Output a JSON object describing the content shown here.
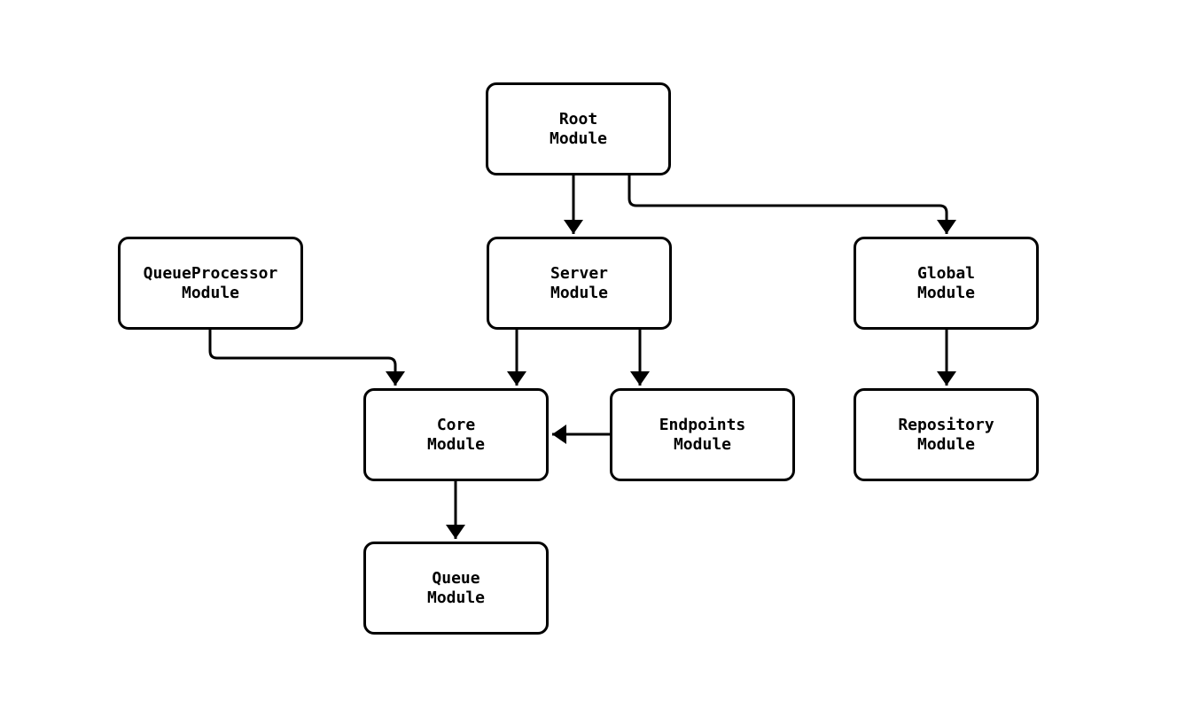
{
  "page": {
    "background_color": "#ffffff"
  },
  "diagram": {
    "type": "flowchart",
    "direction": "top-down",
    "colors": {
      "node_fill": "#ffffff",
      "node_border": "#000000",
      "edge_stroke": "#000000",
      "text": "#000000"
    },
    "nodes": {
      "root": {
        "label": "Root\nModule"
      },
      "queueprocessor": {
        "label": "QueueProcessor\nModule"
      },
      "server": {
        "label": "Server\nModule"
      },
      "global": {
        "label": "Global\nModule"
      },
      "core": {
        "label": "Core\nModule"
      },
      "endpoints": {
        "label": "Endpoints\nModule"
      },
      "repository": {
        "label": "Repository\nModule"
      },
      "queue": {
        "label": "Queue\nModule"
      }
    },
    "edges": [
      {
        "from": "Root Module",
        "to": "Server Module"
      },
      {
        "from": "Root Module",
        "to": "Global Module"
      },
      {
        "from": "QueueProcessor Module",
        "to": "Core Module"
      },
      {
        "from": "Server Module",
        "to": "Core Module"
      },
      {
        "from": "Server Module",
        "to": "Endpoints Module"
      },
      {
        "from": "Endpoints Module",
        "to": "Core Module"
      },
      {
        "from": "Global Module",
        "to": "Repository Module"
      },
      {
        "from": "Core Module",
        "to": "Queue Module"
      }
    ]
  }
}
